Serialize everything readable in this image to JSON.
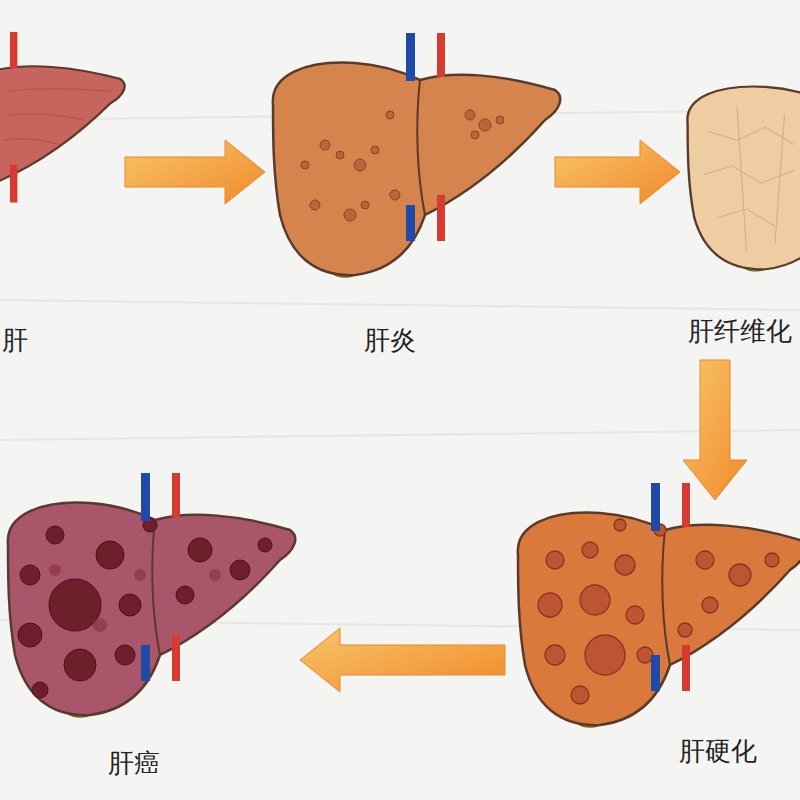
{
  "diagram": {
    "nodes": [
      {
        "text": [
          "肝"
        ]
      },
      {
        "text": [
          "肝炎"
        ]
      },
      {
        "text": [
          "肝纤维化"
        ]
      },
      {
        "text": [
          "肝硬化"
        ]
      },
      {
        "text": [
          "肝癌"
        ]
      }
    ],
    "edges": [
      {
        "from": 0,
        "to": 1,
        "arrow": "to"
      },
      {
        "from": 1,
        "to": 2,
        "arrow": "to"
      },
      {
        "from": 2,
        "to": 3,
        "arrow": "to"
      },
      {
        "from": 3,
        "to": 4,
        "arrow": "to"
      }
    ]
  }
}
